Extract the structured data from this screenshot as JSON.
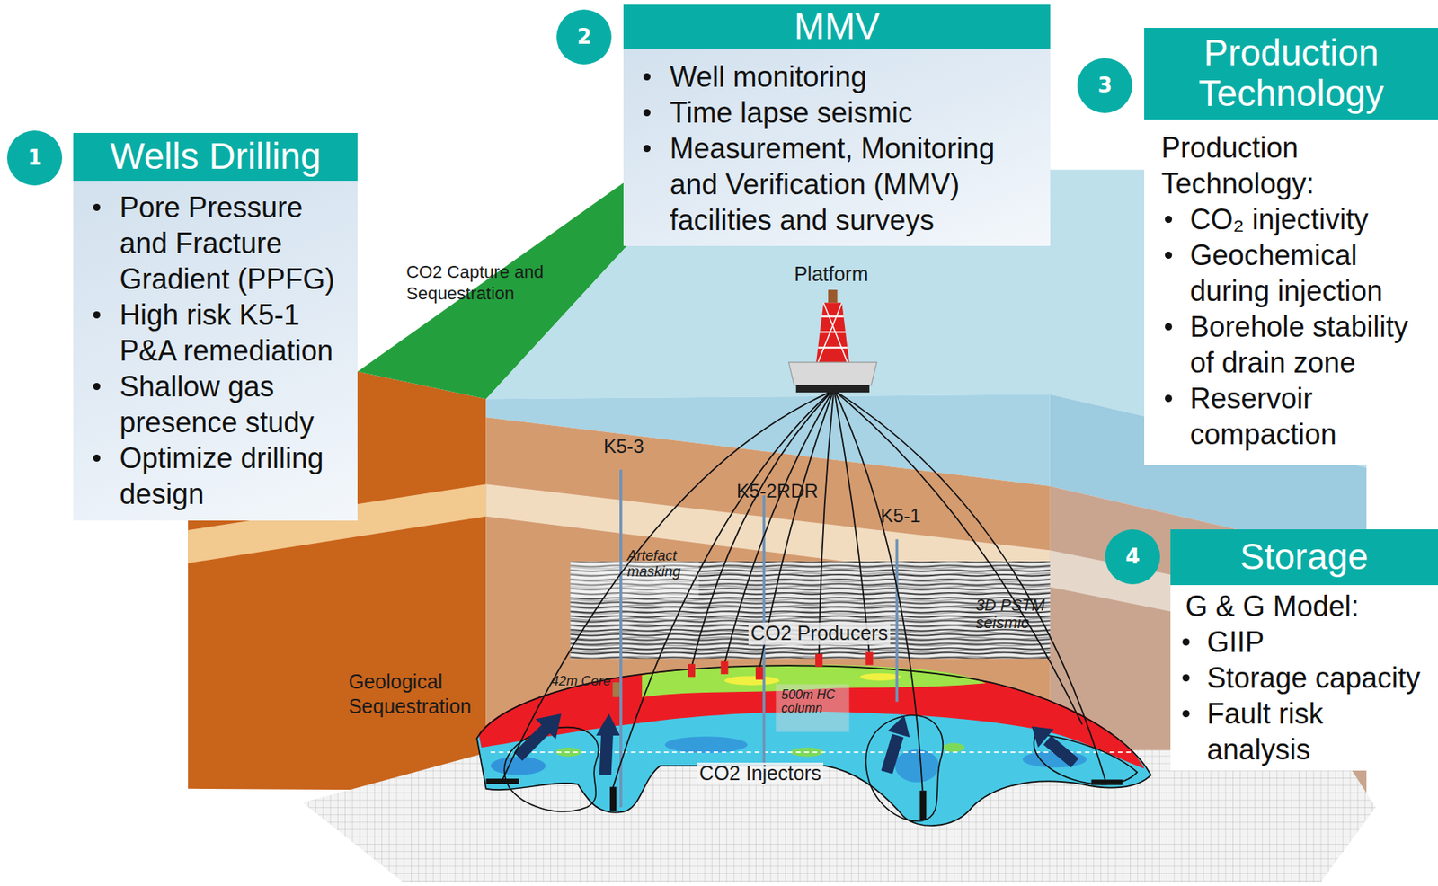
{
  "diagram": {
    "nodes": [
      {
        "text": [
          "1"
        ]
      },
      {
        "text": [
          "Wells Drilling",
          "Pore Pressure and Fracture Gradient (PPFG)",
          "High risk K5-1 P&A remediation",
          "Shallow gas presence study",
          "Optimize drilling design"
        ]
      },
      {
        "text": [
          "2"
        ]
      },
      {
        "text": [
          "MMV",
          "Well monitoring",
          "Time lapse seismic",
          "Measurement, Monitoring and Verification (MMV) facilities and surveys"
        ]
      },
      {
        "text": [
          "3"
        ]
      },
      {
        "text": [
          "Production Technology",
          "Production Technology:",
          "CO₂ injectivity",
          "Geochemical during injection",
          "Borehole stability of drain zone",
          "Reservoir compaction"
        ]
      },
      {
        "text": [
          "4"
        ]
      },
      {
        "text": [
          "Storage",
          "G & G Model:",
          "GIIP",
          "Storage capacity",
          "Fault risk analysis"
        ]
      }
    ],
    "labels": [
      "CO2 Capture and Sequestration",
      "Platform",
      "K5-3",
      "K5-2RDR",
      "K5-1",
      "Artefact masking",
      "3D PSTM seismic",
      "CO2 Producers",
      "Geological Sequestration",
      "42m Core",
      "500m HC column",
      "CO2 Injectors"
    ]
  }
}
